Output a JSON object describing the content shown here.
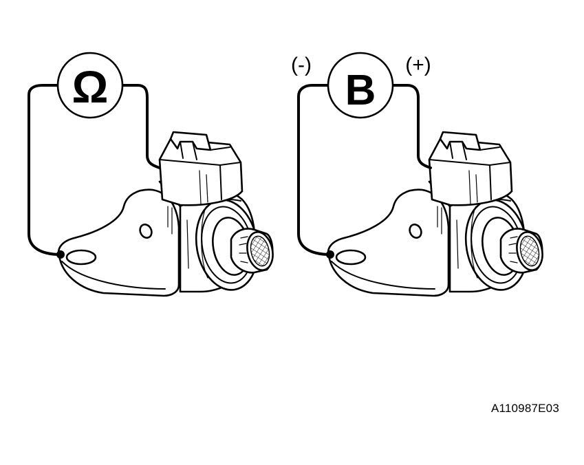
{
  "left_test": {
    "meter_symbol": "Ω"
  },
  "right_test": {
    "meter_symbol": "B",
    "negative_label": "(-)",
    "positive_label": "(+)"
  },
  "figure_id": "A110987E03",
  "colors": {
    "ink": "#000000",
    "paper": "#ffffff"
  }
}
